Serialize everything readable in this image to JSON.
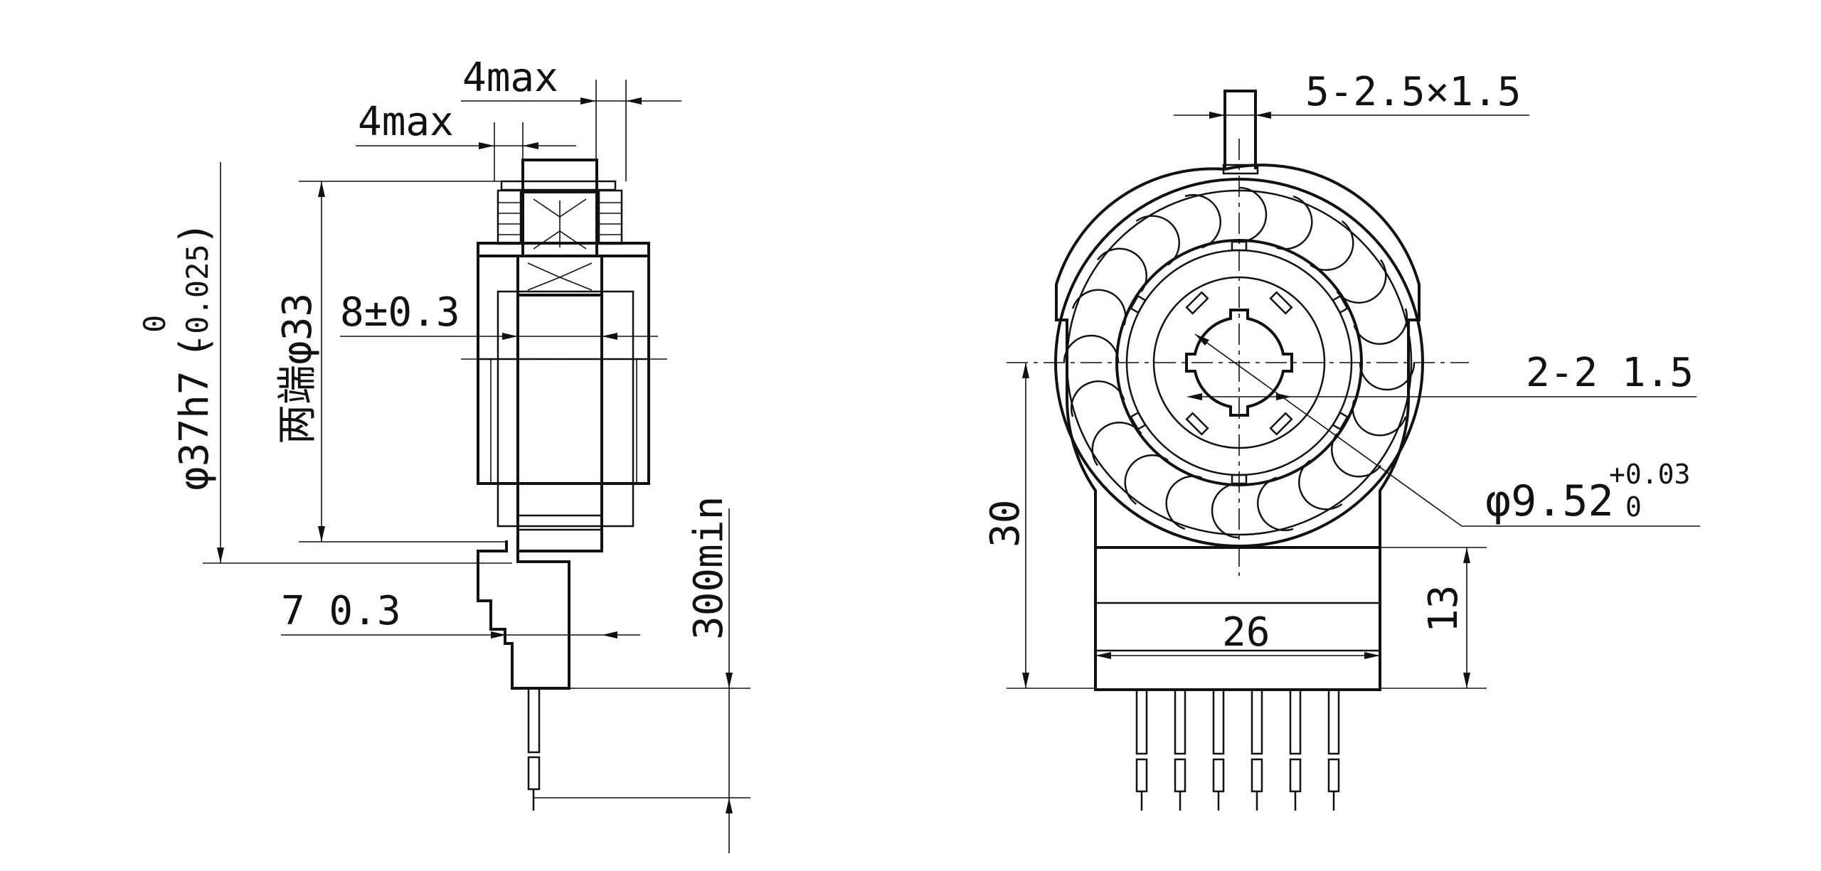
{
  "side_view": {
    "dim_4max_top": "4max",
    "dim_4max_inner": "4max",
    "dim_8": "8±0.3",
    "dim_diameter_label": "φ37h7",
    "dim_tolerance_upper": "0",
    "dim_tolerance_lower": "-0.025",
    "dim_end_label": "两端φ33",
    "dim_7": "7  0.3",
    "dim_300": "300min"
  },
  "front_view": {
    "dim_slot": "5-2.5×1.5",
    "dim_2_2": "2-2  1.5",
    "dim_shaft": "φ9.52",
    "dim_shaft_tol_upper": "+0.03",
    "dim_shaft_tol_lower": "0",
    "dim_30": "30",
    "dim_13": "13",
    "dim_26": "26"
  },
  "colors": {
    "line": "#111111",
    "background": "#ffffff"
  }
}
